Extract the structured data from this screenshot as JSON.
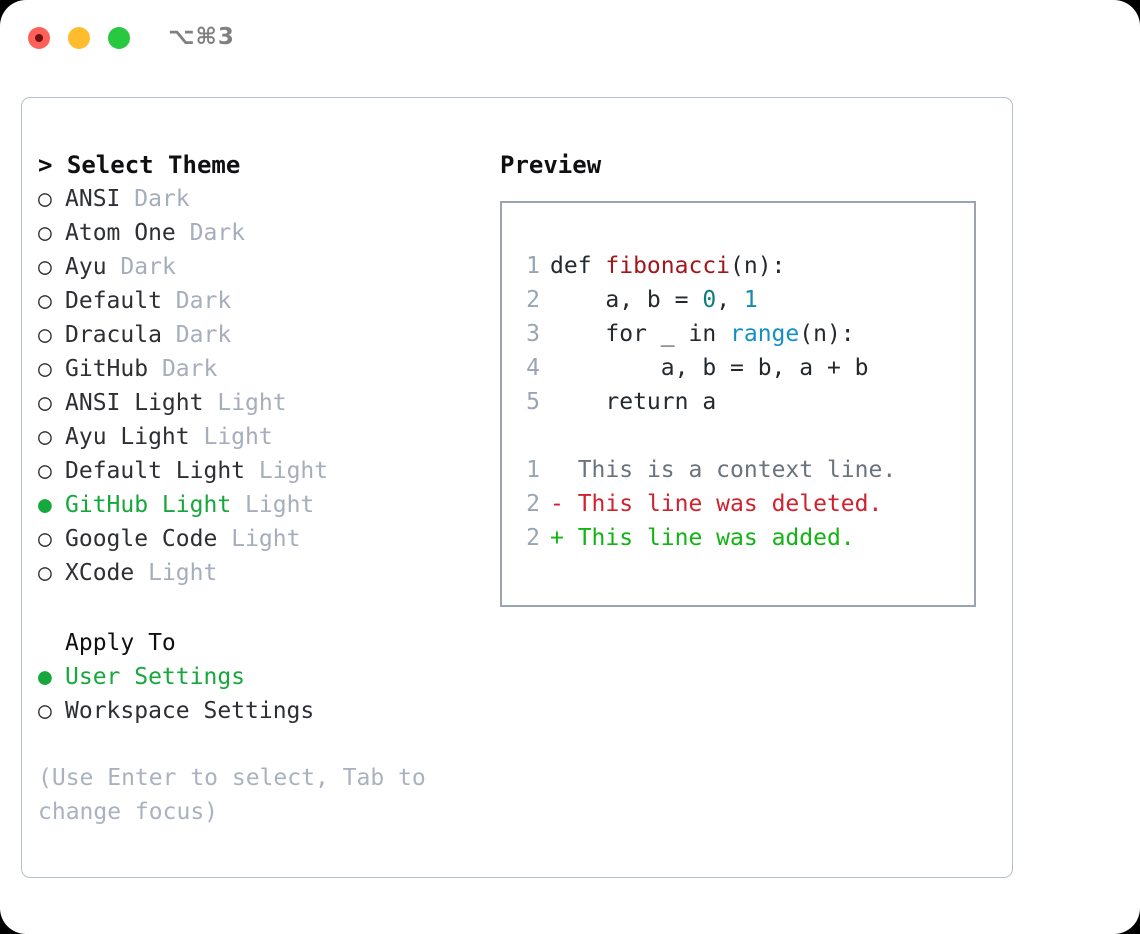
{
  "titlebar": {
    "shortcut": "⌥⌘3",
    "lights": [
      {
        "name": "close",
        "color": "#ff6059"
      },
      {
        "name": "minimize",
        "color": "#ffbd2e"
      },
      {
        "name": "zoom",
        "color": "#28c840"
      }
    ]
  },
  "colors": {
    "accent_green": "#16a83c",
    "muted": "#a6aebb",
    "hint": "#aab2bf",
    "border": "#b6bfcc",
    "preview_border": "#9aa5b1",
    "text": "#2d2f33",
    "diff_add": "#12b312",
    "diff_del": "#cf222e",
    "diff_ctx": "#6a737d"
  },
  "theme_list": {
    "header": "> Select Theme",
    "items": [
      {
        "marker": "○",
        "name": "ANSI",
        "category": "Dark",
        "selected": false
      },
      {
        "marker": "○",
        "name": "Atom One",
        "category": "Dark",
        "selected": false
      },
      {
        "marker": "○",
        "name": "Ayu",
        "category": "Dark",
        "selected": false
      },
      {
        "marker": "○",
        "name": "Default",
        "category": "Dark",
        "selected": false
      },
      {
        "marker": "○",
        "name": "Dracula",
        "category": "Dark",
        "selected": false
      },
      {
        "marker": "○",
        "name": "GitHub",
        "category": "Dark",
        "selected": false
      },
      {
        "marker": "○",
        "name": "ANSI Light",
        "category": "Light",
        "selected": false
      },
      {
        "marker": "○",
        "name": "Ayu Light",
        "category": "Light",
        "selected": false
      },
      {
        "marker": "○",
        "name": "Default Light",
        "category": "Light",
        "selected": false
      },
      {
        "marker": "●",
        "name": "GitHub Light",
        "category": "Light",
        "selected": true
      },
      {
        "marker": "○",
        "name": "Google Code",
        "category": "Light",
        "selected": false
      },
      {
        "marker": "○",
        "name": "XCode",
        "category": "Light",
        "selected": false
      }
    ]
  },
  "apply_to": {
    "header": "Apply To",
    "options": [
      {
        "marker": "●",
        "label": "User Settings",
        "selected": true
      },
      {
        "marker": "○",
        "label": "Workspace Settings",
        "selected": false
      }
    ]
  },
  "hint": "(Use Enter to select, Tab to change focus)",
  "preview": {
    "title": "Preview",
    "code_lines": [
      {
        "num": "1",
        "tokens": [
          {
            "t": "def ",
            "c": "plain"
          },
          {
            "t": "fibonacci",
            "c": "fn"
          },
          {
            "t": "(n):",
            "c": "plain"
          }
        ]
      },
      {
        "num": "2",
        "tokens": [
          {
            "t": "    a, b = ",
            "c": "plain"
          },
          {
            "t": "0",
            "c": "num"
          },
          {
            "t": ", ",
            "c": "plain"
          },
          {
            "t": "1",
            "c": "num2"
          }
        ]
      },
      {
        "num": "3",
        "tokens": [
          {
            "t": "    for _ in ",
            "c": "plain"
          },
          {
            "t": "range",
            "c": "builtin"
          },
          {
            "t": "(n):",
            "c": "plain"
          }
        ]
      },
      {
        "num": "4",
        "tokens": [
          {
            "t": "        a, b = b, a + b",
            "c": "plain"
          }
        ]
      },
      {
        "num": "5",
        "tokens": [
          {
            "t": "    return a",
            "c": "plain"
          }
        ]
      }
    ],
    "diff_lines": [
      {
        "num": "1",
        "prefix": "  ",
        "text": "This is a context line.",
        "kind": "ctx"
      },
      {
        "num": "2",
        "prefix": "- ",
        "text": "This line was deleted.",
        "kind": "del"
      },
      {
        "num": "2",
        "prefix": "+ ",
        "text": "This line was added.",
        "kind": "add"
      }
    ]
  }
}
